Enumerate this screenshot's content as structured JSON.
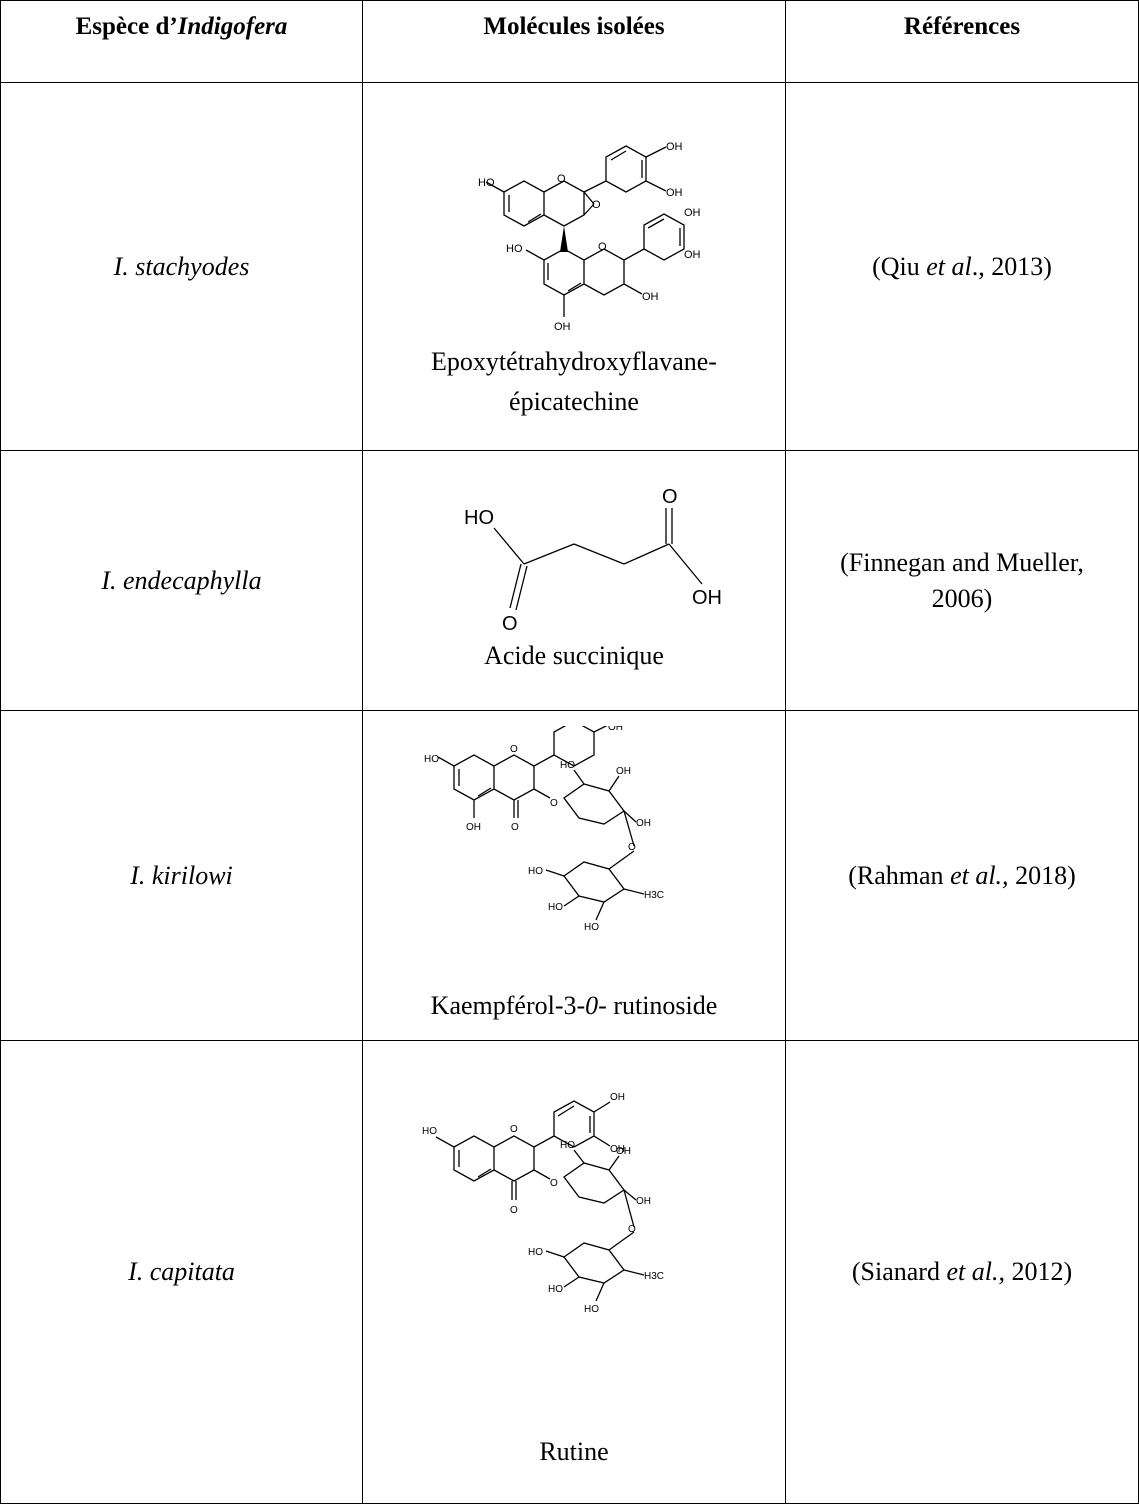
{
  "headers": {
    "species_prefix": "Espèce d’",
    "species_genus": "Indigofera",
    "molecules": "Molécules isolées",
    "references": "Références"
  },
  "rows": [
    {
      "species": "I. stachyodes",
      "molecule_line1": "Epoxytétrahydroxyflavane-",
      "molecule_line2": "épicatechine",
      "ref_before": "(Qiu ",
      "ref_italic": "et al",
      "ref_after": "., 2013)",
      "atoms": {
        "oh": "OH",
        "ho": "HO",
        "o": "O"
      }
    },
    {
      "species": "I. endecaphylla",
      "molecule_line1": "Acide succinique",
      "ref_line1": "(Finnegan and Mueller,",
      "ref_line2": "2006)",
      "atoms": {
        "ho": "HO",
        "oh": "OH",
        "o": "O"
      }
    },
    {
      "species": "I. kirilowi",
      "molecule_pre": "Kaempférol-3-",
      "molecule_italic": "0",
      "molecule_post": "- rutinoside",
      "ref_before": "(Rahman ",
      "ref_italic": "et al.,",
      "ref_after": " 2018)",
      "atoms": {
        "oh": "OH",
        "ho": "HO",
        "o": "O",
        "h3c": "H3C"
      }
    },
    {
      "species": "I. capitata",
      "molecule_line1": "Rutine",
      "ref_before": "(Sianard ",
      "ref_italic": "et al.,",
      "ref_after": " 2012)",
      "atoms": {
        "oh": "OH",
        "ho": "HO",
        "o": "O",
        "h3c": "H3C"
      }
    }
  ]
}
